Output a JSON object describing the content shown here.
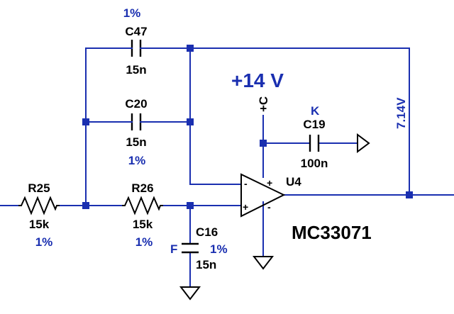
{
  "components": {
    "c47": {
      "ref": "C47",
      "value": "15n",
      "tolerance": "1%"
    },
    "c20": {
      "ref": "C20",
      "value": "15n",
      "tolerance": "1%"
    },
    "c19": {
      "ref": "C19",
      "value": "100n",
      "flag": "K"
    },
    "c16": {
      "ref": "C16",
      "value": "15n",
      "tolerance": "1%",
      "flag": "F"
    },
    "r25": {
      "ref": "R25",
      "value": "15k",
      "tolerance": "1%"
    },
    "r26": {
      "ref": "R26",
      "value": "15k",
      "tolerance": "1%"
    },
    "u4": {
      "ref": "U4",
      "part": "MC33071",
      "pin_minus": "-",
      "pin_plus": "+",
      "supply_pin": "+C"
    }
  },
  "nets": {
    "supply_voltage": "+14 V",
    "output_voltage": "7.14V"
  }
}
